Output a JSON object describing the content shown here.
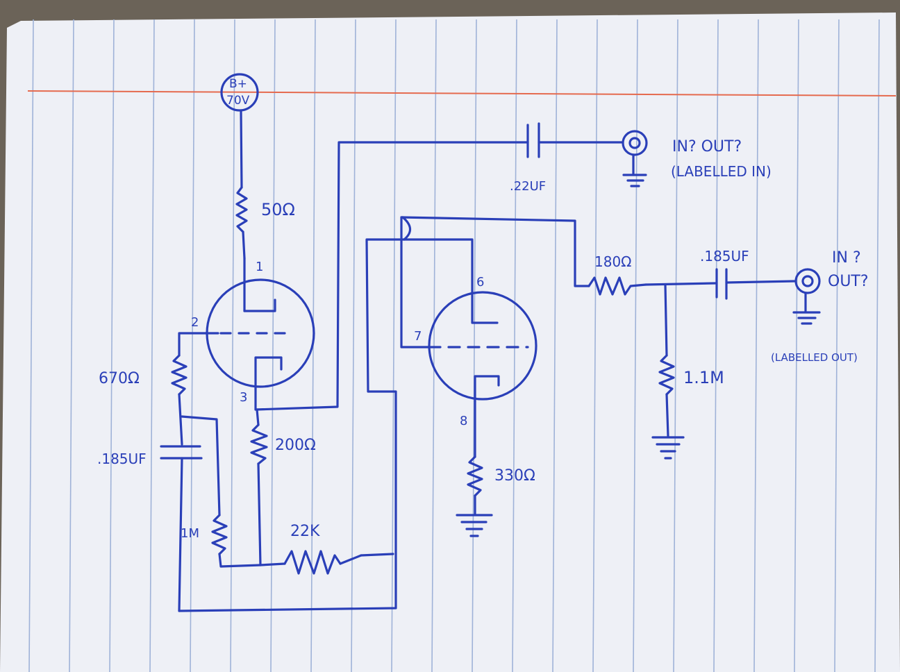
{
  "sheet": {
    "paper_color": "#eef0f6",
    "rule_color": "#9fb2d8",
    "margin_color": "#e56a4e",
    "ink_color": "#2a3fb8",
    "background_color": "#6b6358"
  },
  "labels": {
    "supply_top": "B+",
    "supply_bottom": "70V",
    "r_plate": "50Ω",
    "pin1": "1",
    "pin2": "2",
    "pin3": "3",
    "pin6": "6",
    "pin7": "7",
    "pin8": "8",
    "r_grid": "670Ω",
    "c_grid": ".185UF",
    "r_cathode": "200Ω",
    "r_1m": "1M",
    "r_22k": "22K",
    "c_top": ".22UF",
    "jack1_line1": "IN? OUT?",
    "jack1_line2": "(LABELLED IN)",
    "r_180": "180Ω",
    "c_out": ".185UF",
    "jack2_line1": "IN ?",
    "jack2_line2": "OUT?",
    "jack2_note": "(LABELLED OUT)",
    "r_1_1m": "1.1M",
    "r_330": "330Ω"
  }
}
